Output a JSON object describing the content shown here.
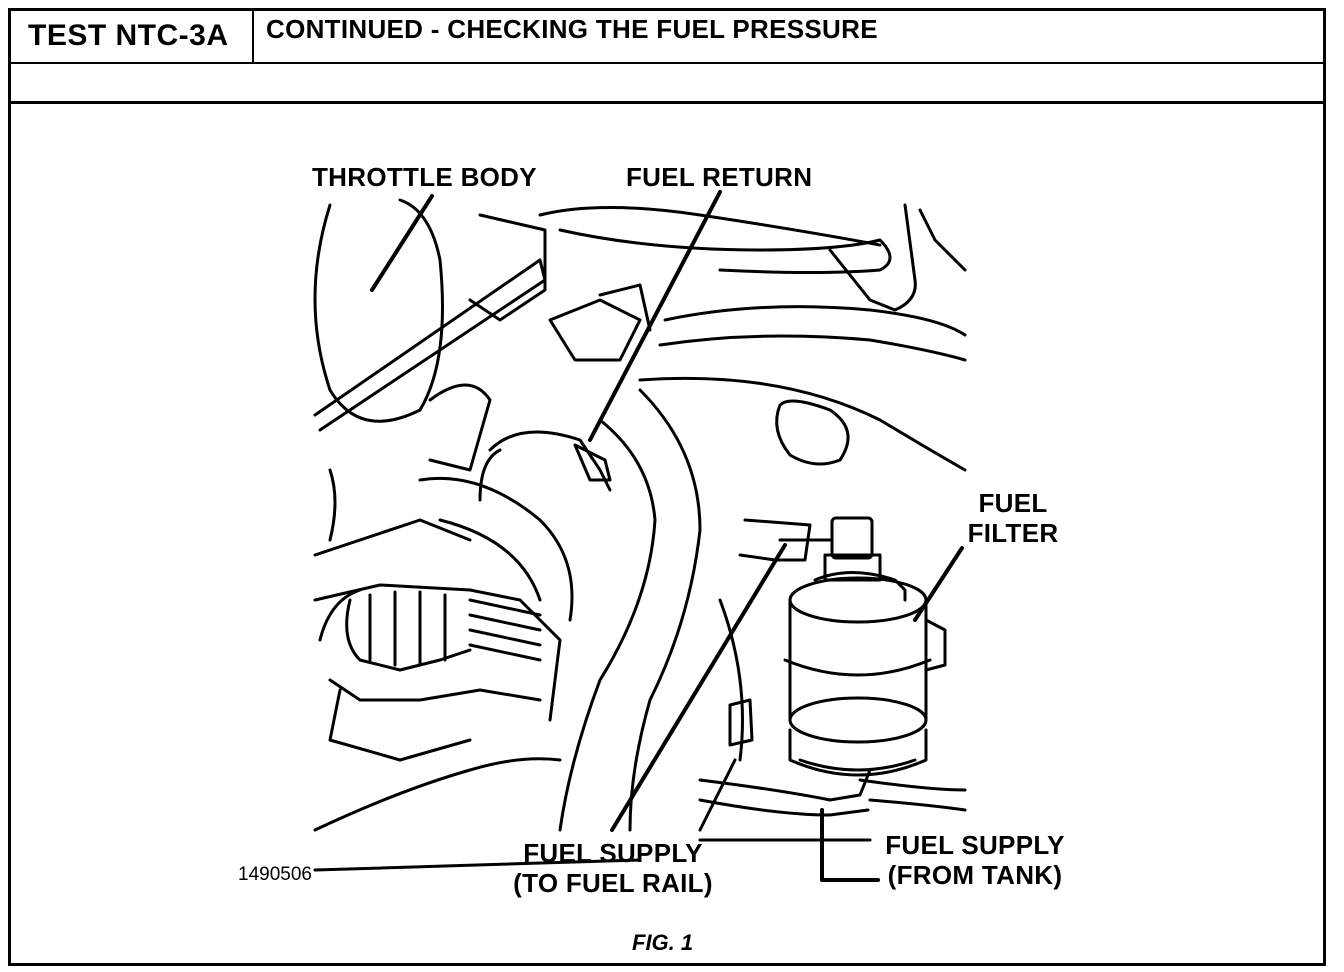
{
  "header": {
    "test_id": "TEST NTC-3A",
    "title": "CONTINUED -  CHECKING THE FUEL PRESSURE"
  },
  "diagram": {
    "labels": {
      "throttle_body": "THROTTLE BODY",
      "fuel_return": "FUEL RETURN",
      "fuel_filter": "FUEL\nFILTER",
      "fuel_supply_rail": "FUEL SUPPLY\n(TO FUEL RAIL)",
      "fuel_supply_tank": "FUEL SUPPLY\n(FROM TANK)"
    },
    "figure_id": "1490506",
    "caption": "FIG. 1"
  }
}
